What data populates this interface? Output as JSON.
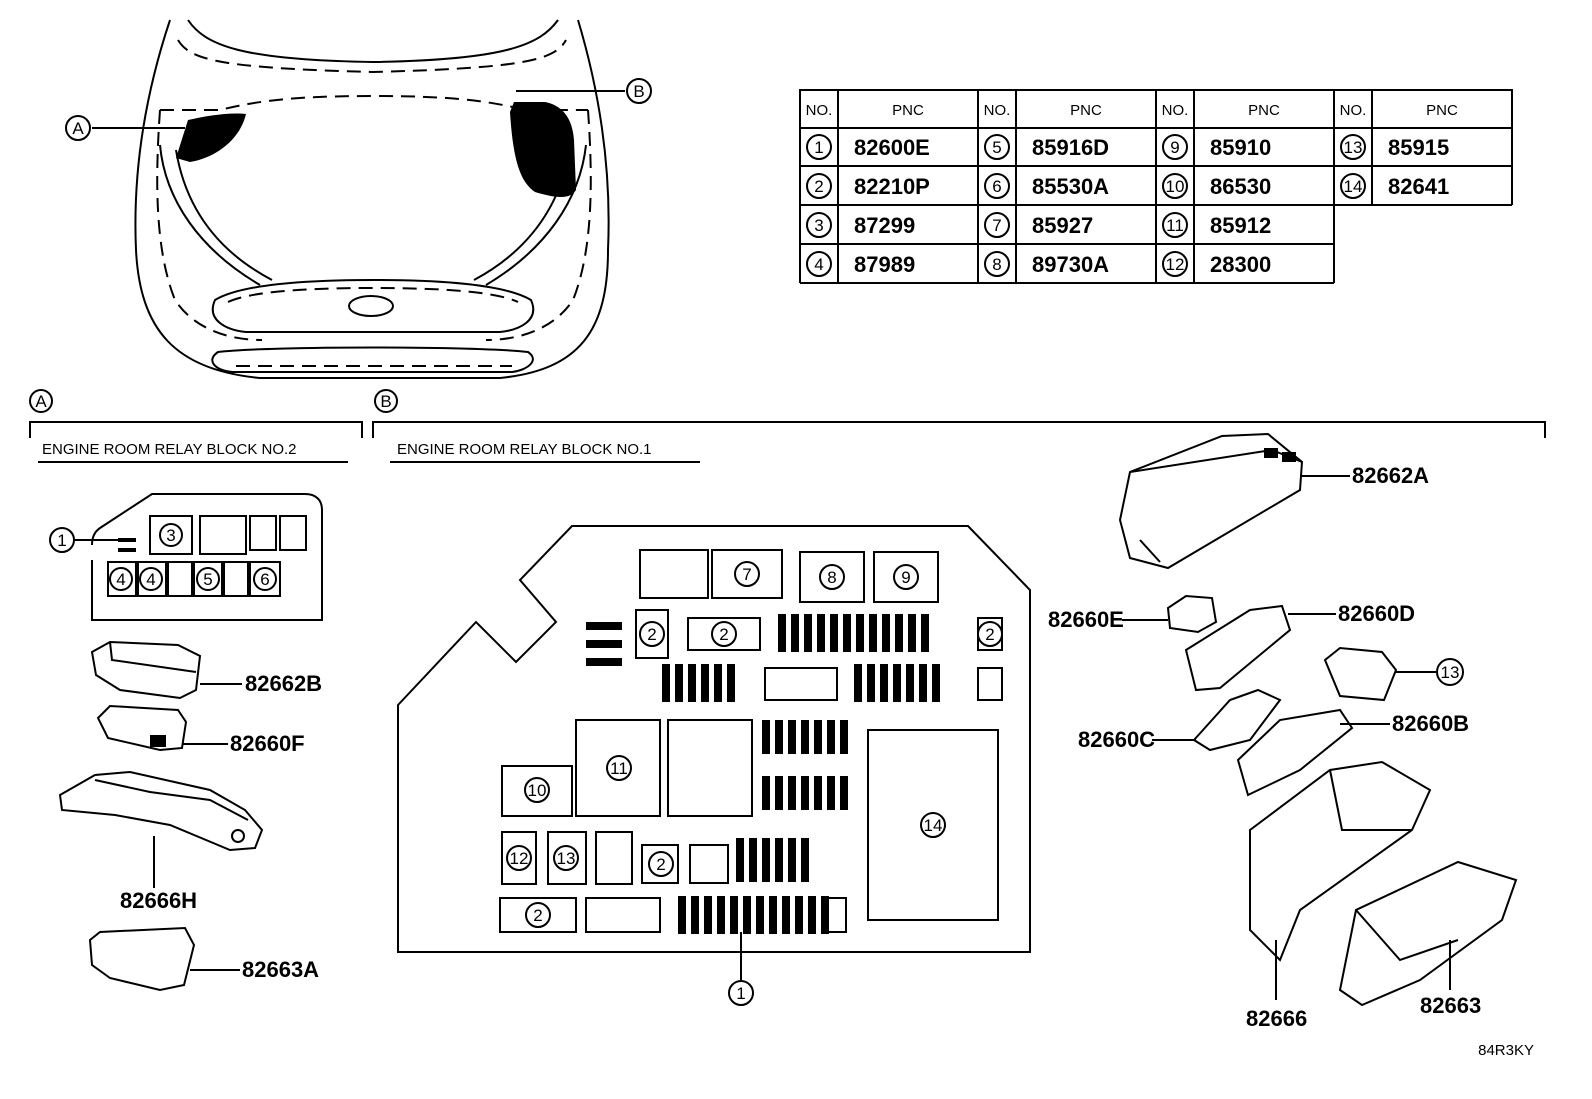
{
  "car_callouts": {
    "a": "A",
    "b": "B"
  },
  "pnc_table": {
    "header_no": "NO.",
    "header_pnc": "PNC",
    "rows": [
      {
        "no": "1",
        "pnc": "82600E"
      },
      {
        "no": "2",
        "pnc": "82210P"
      },
      {
        "no": "3",
        "pnc": "87299"
      },
      {
        "no": "4",
        "pnc": "87989"
      },
      {
        "no": "5",
        "pnc": "85916D"
      },
      {
        "no": "6",
        "pnc": "85530A"
      },
      {
        "no": "7",
        "pnc": "85927"
      },
      {
        "no": "8",
        "pnc": "89730A"
      },
      {
        "no": "9",
        "pnc": "85910"
      },
      {
        "no": "10",
        "pnc": "86530"
      },
      {
        "no": "11",
        "pnc": "85912"
      },
      {
        "no": "12",
        "pnc": "28300"
      },
      {
        "no": "13",
        "pnc": "85915"
      },
      {
        "no": "14",
        "pnc": "82641"
      }
    ]
  },
  "section_a": {
    "marker": "A",
    "title": "ENGINE ROOM RELAY BLOCK NO.2",
    "slots": [
      "3",
      "4",
      "4",
      "5",
      "6"
    ],
    "callout": "1",
    "parts": [
      "82662B",
      "82660F",
      "82666H",
      "82663A"
    ]
  },
  "section_b": {
    "marker": "B",
    "title": "ENGINE ROOM RELAY BLOCK NO.1",
    "slots": [
      "7",
      "8",
      "9",
      "2",
      "2",
      "2",
      "11",
      "10",
      "14",
      "12",
      "13",
      "2",
      "2"
    ],
    "callout": "1",
    "parts": [
      "82662A",
      "82660E",
      "82660D",
      "13",
      "82660C",
      "82660B",
      "82666",
      "82663"
    ]
  },
  "diagram_code": "84R3KY"
}
